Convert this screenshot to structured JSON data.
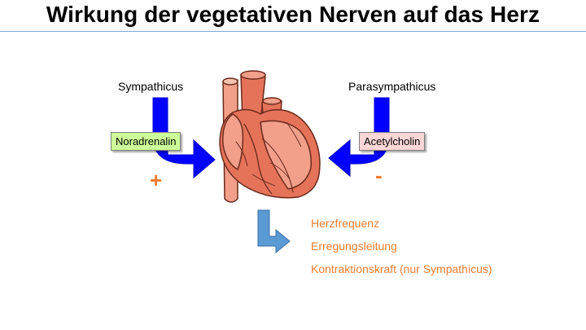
{
  "title": "Wirkung der vegetativen Nerven auf das Herz",
  "sympathetic": {
    "label": "Sympathicus",
    "transmitter": "Noradrenalin",
    "sign": "+"
  },
  "parasympathetic": {
    "label": "Parasympathicus",
    "transmitter": "Acetylcholin",
    "sign": "-"
  },
  "effects": [
    "Herzfrequenz",
    "Erregungsleitung",
    "Kontraktionskraft (nur Sympathicus)"
  ],
  "colors": {
    "title_rule": "#7fa6d6",
    "arrow_blue": "#0000ff",
    "result_arrow": "#5b9bd5",
    "noradrenalin_box": "#ccff99",
    "acetylcholin_box": "#ffd6d6",
    "sign_and_effects": "#ed7d31",
    "heart": "#e5735a"
  },
  "icons": [
    "heart-illustration",
    "arrow-down-right-icon",
    "arrow-down-left-icon",
    "arrow-result-icon"
  ]
}
